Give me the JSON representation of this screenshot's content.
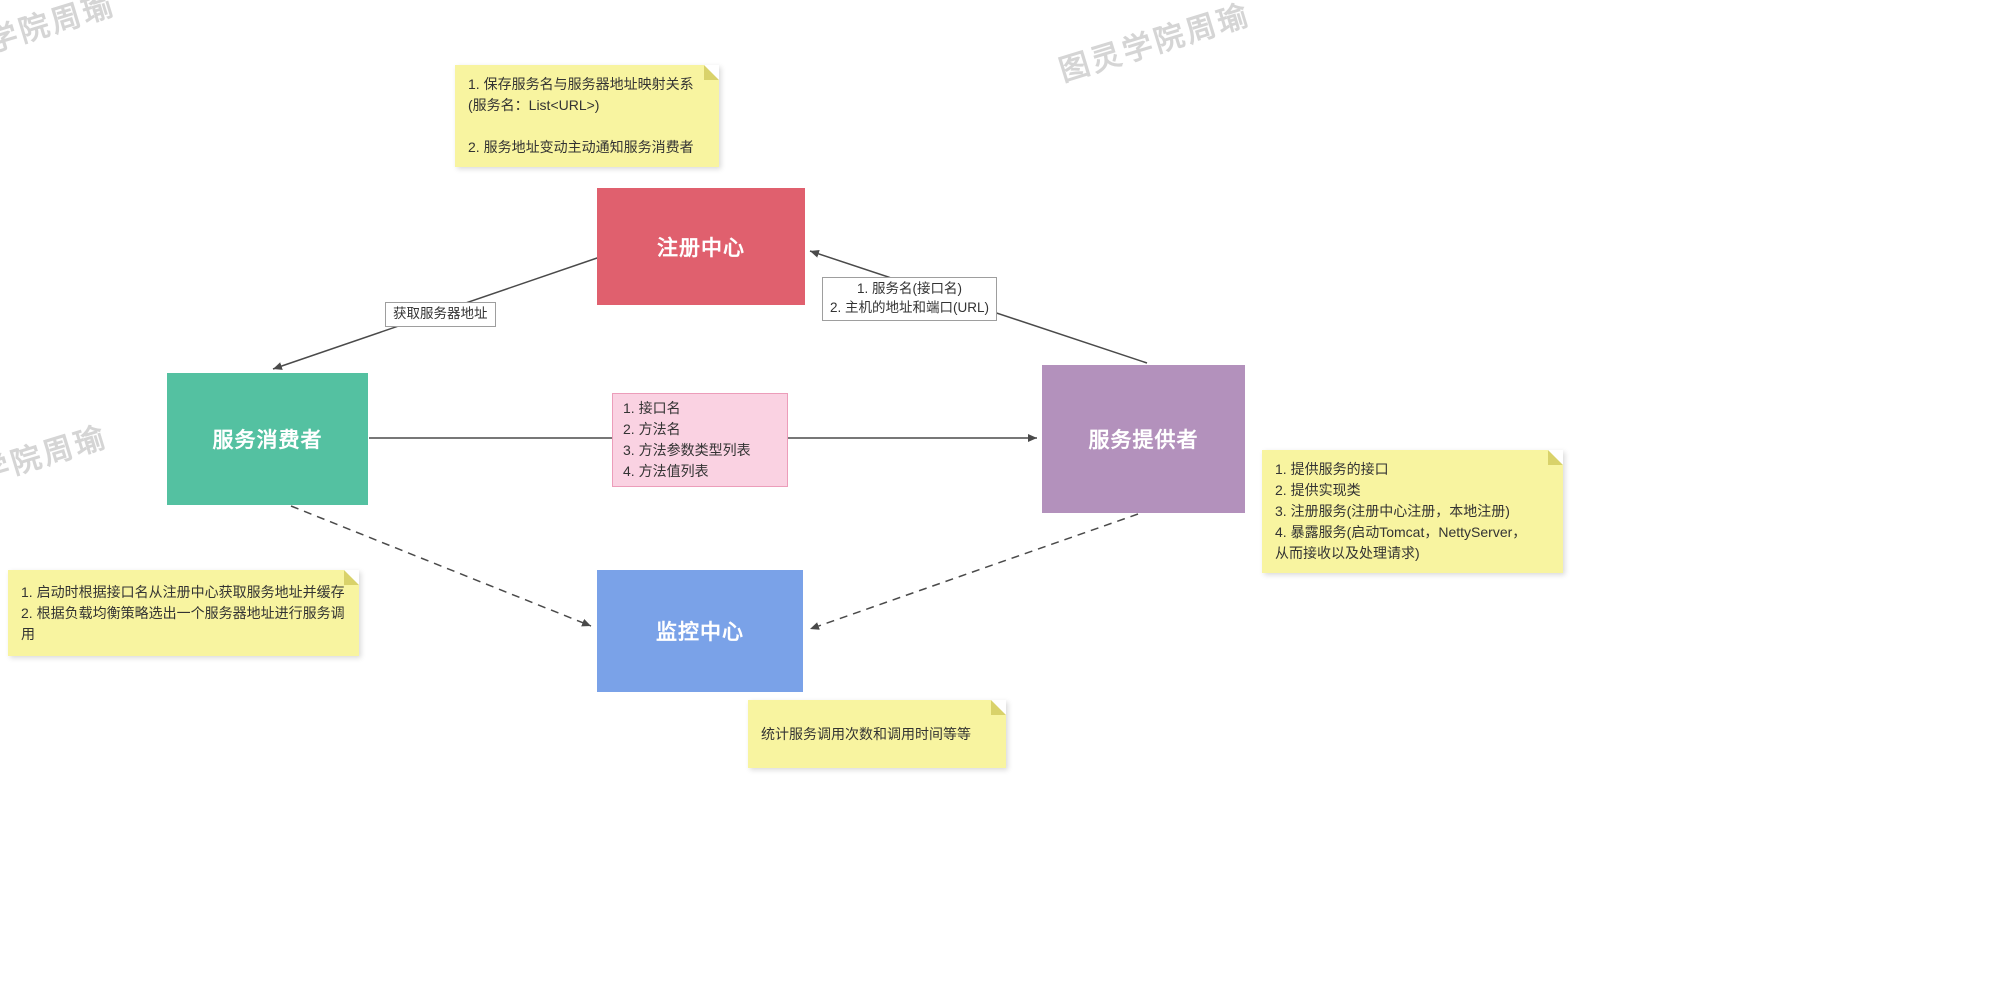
{
  "watermark": {
    "text": "图灵学院周瑜"
  },
  "nodes": {
    "registry": {
      "label": "注册中心",
      "color": "#e0606e"
    },
    "consumer": {
      "label": "服务消费者",
      "color": "#54c1a1"
    },
    "provider": {
      "label": "服务提供者",
      "color": "#b391bc"
    },
    "monitor": {
      "label": "监控中心",
      "color": "#7aa2e8"
    }
  },
  "notes": {
    "registry": {
      "text": "1. 保存服务名与服务器地址映射关系\n(服务名：List<URL>)\n\n2. 服务地址变动主动通知服务消费者"
    },
    "consumer": {
      "text": "1. 启动时根据接口名从注册中心获取服务地址并缓存\n2. 根据负载均衡策略选出一个服务器地址进行服务调用"
    },
    "provider": {
      "text": "1. 提供服务的接口\n2. 提供实现类\n3. 注册服务(注册中心注册，本地注册)\n4. 暴露服务(启动Tomcat，NettyServer，\n从而接收以及处理请求)"
    },
    "monitor": {
      "text": "统计服务调用次数和调用时间等等"
    }
  },
  "edge_labels": {
    "get_address": "获取服务器地址",
    "register_info": "1. 服务名(接口名)\n2. 主机的地址和端口(URL)",
    "invoke_params": "1. 接口名\n2. 方法名\n3. 方法参数类型列表\n4. 方法值列表"
  },
  "colors": {
    "note_background": "#f8f4a0",
    "note_fold": "#d9d26a",
    "pink_box_background": "#fad2e2",
    "pink_box_border": "#ec9dba",
    "edge_line": "#4a4a4a",
    "node_text": "#ffffff",
    "watermark_gray": "#969696"
  }
}
